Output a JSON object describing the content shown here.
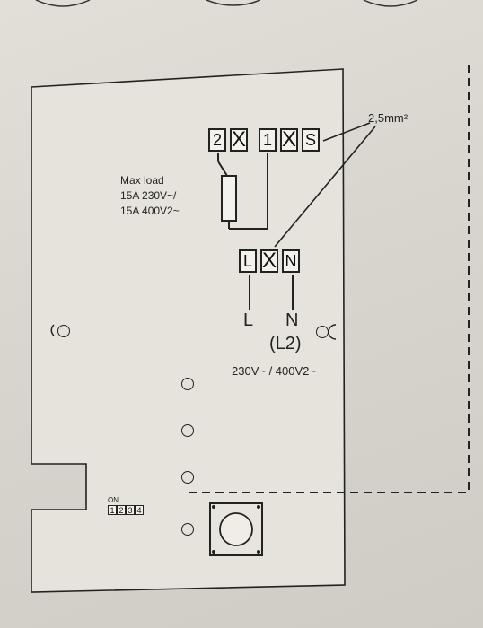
{
  "terminal_block_top": {
    "cells": [
      "2",
      "X",
      "1",
      "X",
      "S"
    ]
  },
  "terminal_block_bottom": {
    "cells": [
      "L",
      "X",
      "N"
    ]
  },
  "cable_spec": "2,5mm²",
  "max_load": {
    "line1": "Max load",
    "line2": "15A 230V~/",
    "line3": "15A 400V2~"
  },
  "wire_labels": {
    "l": "L",
    "n": "N",
    "l2": "(L2)"
  },
  "supply_voltage": "230V~ / 400V2~",
  "dip_switch": {
    "on_label": "ON",
    "positions": [
      "1",
      "2",
      "3",
      "4"
    ]
  }
}
